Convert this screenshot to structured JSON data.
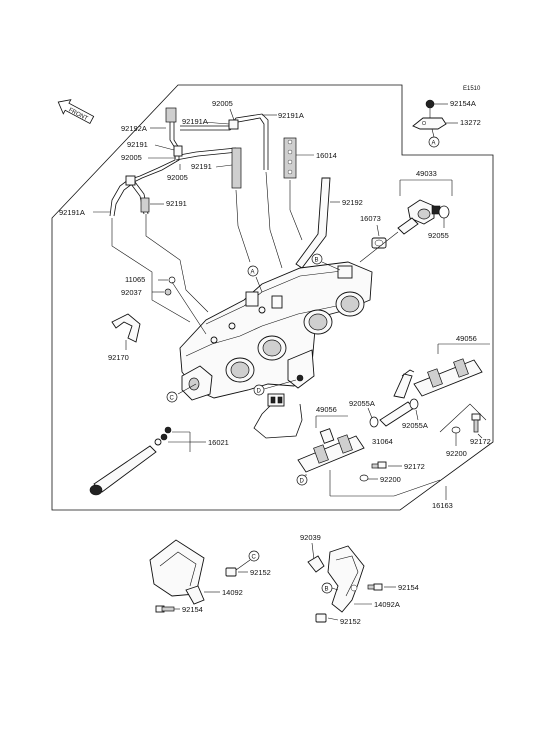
{
  "diagram_code": "E1510",
  "front_label": "FRONT",
  "part_labels": {
    "p92154A": "92154A",
    "p13272": "13272",
    "p92005_top": "92005",
    "p92191A_top_left": "92191A",
    "p92191A_top_right": "92191A",
    "p92192A": "92192A",
    "p92191_a": "92191",
    "p92005_left": "92005",
    "p92005_mid": "92005",
    "p92191_b": "92191",
    "p16014": "16014",
    "p92191A_left": "92191A",
    "p92191_c": "92191",
    "p92192": "92192",
    "p49033": "49033",
    "p16073": "16073",
    "p92055": "92055",
    "p11065": "11065",
    "p92037": "92037",
    "p92170": "92170",
    "p49056_right": "49056",
    "p92055A_a": "92055A",
    "p49056_left": "49056",
    "p92055A_b": "92055A",
    "p31064": "31064",
    "p92172_right": "92172",
    "p92200_right": "92200",
    "p16021": "16021",
    "p92172_left": "92172",
    "p92200_left": "92200",
    "p16163": "16163",
    "p92039": "92039",
    "p92152_left": "92152",
    "p14092": "14092",
    "p92154_left": "92154",
    "p92154_right": "92154",
    "p14092A": "14092A",
    "p92152_right": "92152"
  },
  "callouts": {
    "A_top": "A",
    "A_mid": "A",
    "B_mid": "B",
    "C_mid": "C",
    "D_mid": "D",
    "D_right": "D",
    "C_bottom": "C",
    "B_bottom": "B"
  }
}
